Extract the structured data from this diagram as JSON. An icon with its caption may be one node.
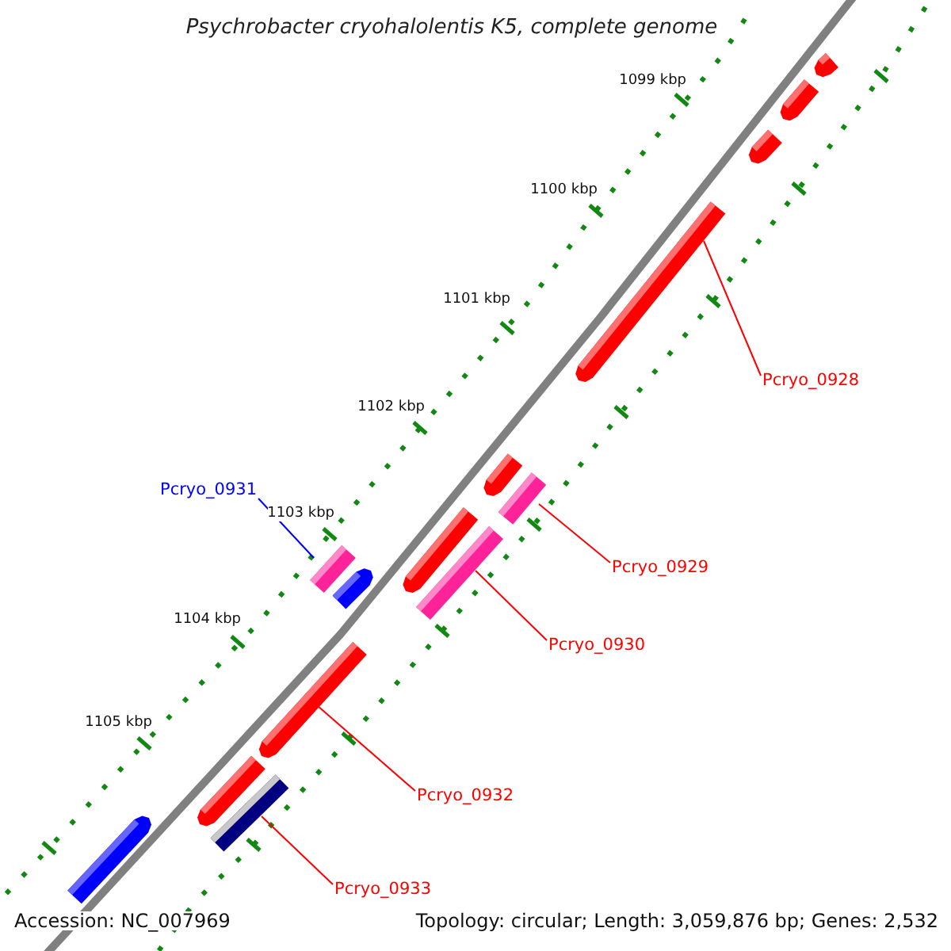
{
  "diagram": {
    "title": "Psychrobacter cryohalolentis K5, complete genome",
    "nodes": [
      {
        "text": [
          "Pcryo_0928"
        ]
      },
      {
        "text": [],
        "shape": "bar"
      },
      {
        "text": [
          "Pcryo_0929"
        ]
      },
      {
        "text": [],
        "shape": "bar"
      },
      {
        "text": [
          "Pcryo_0930"
        ]
      },
      {
        "text": [],
        "shape": "bar"
      },
      {
        "text": [
          "Pcryo_0931"
        ]
      },
      {
        "text": [],
        "shape": "bar"
      },
      {
        "text": [
          "Pcryo_0932"
        ]
      },
      {
        "text": [],
        "shape": "bar"
      },
      {
        "text": [
          "Pcryo_0933"
        ]
      },
      {
        "text": [],
        "shape": "bar"
      },
      {
        "text": [],
        "shape": "bar"
      },
      {
        "text": [],
        "shape": "bar"
      },
      {
        "text": [],
        "shape": "bar"
      },
      {
        "text": [],
        "shape": "bar"
      },
      {
        "text": [],
        "shape": "bar"
      },
      {
        "text": [],
        "shape": "bar"
      },
      {
        "text": [],
        "shape": "bar"
      },
      {
        "text": [],
        "shape": "bar"
      }
    ],
    "edges": [
      {
        "from": 0,
        "to": 1,
        "arrow": "none"
      },
      {
        "from": 2,
        "to": 3,
        "arrow": "none"
      },
      {
        "from": 4,
        "to": 5,
        "arrow": "none"
      },
      {
        "from": 6,
        "to": 7,
        "arrow": "none",
        "color": "#0000ff"
      },
      {
        "from": 8,
        "to": 9,
        "arrow": "none"
      },
      {
        "from": 10,
        "to": 11,
        "arrow": "none"
      }
    ],
    "labels": [
      "1099 kbp",
      "1100 kbp",
      "1101 kbp",
      "1102 kbp",
      "1103 kbp",
      "1104 kbp",
      "1105 kbp",
      "Accession: NC_007969",
      "Topology: circular; Length: 3,059,876 bp; Genes: 2,532"
    ]
  }
}
